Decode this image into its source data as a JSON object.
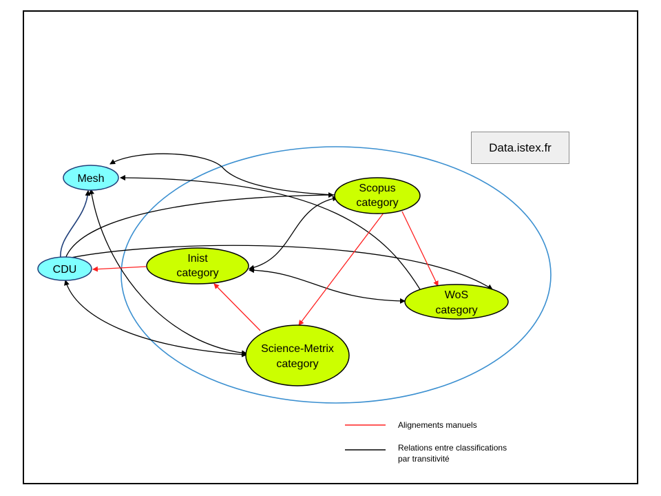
{
  "diagram": {
    "domain_label": "Data.istex.fr",
    "colors": {
      "border": "#000000",
      "outer_ellipse": "#3a8fd0",
      "external_node_fill": "#7fffff",
      "category_node_fill": "#ccff00",
      "manual_edge": "#ff2020",
      "transitive_edge": "#000000"
    },
    "nodes": {
      "mesh": {
        "label": "Mesh"
      },
      "cdu": {
        "label": "CDU"
      },
      "scopus": {
        "line1": "Scopus",
        "line2": "category"
      },
      "inist": {
        "line1": "Inist",
        "line2": "category"
      },
      "wos": {
        "line1": "WoS",
        "line2": "category"
      },
      "sciencemetrix": {
        "line1": "Science-Metrix",
        "line2": "category"
      }
    },
    "legend": {
      "manual": "Alignements manuels",
      "transitive_line1": "Relations entre classifications",
      "transitive_line2": "par transitivité"
    }
  }
}
